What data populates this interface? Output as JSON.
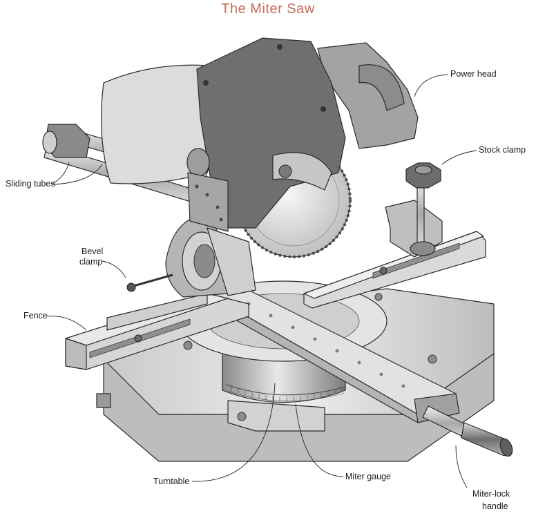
{
  "title": "The Miter Saw",
  "colors": {
    "title": "#c86a5a",
    "dark_metal": "#6f6f6f",
    "mid_metal": "#a9a9a9",
    "light_metal": "#d6d6d6",
    "pale_metal": "#ececec"
  },
  "labels": {
    "power_head": "Power head",
    "stock_clamp": "Stock clamp",
    "sliding_tubes": "Sliding tubes",
    "bevel_clamp_1": "Bevel",
    "bevel_clamp_2": "clamp",
    "fence": "Fence",
    "turntable": "Turntable",
    "miter_gauge": "Miter gauge",
    "miter_lock_handle_1": "Miter-lock",
    "miter_lock_handle_2": "handle"
  }
}
